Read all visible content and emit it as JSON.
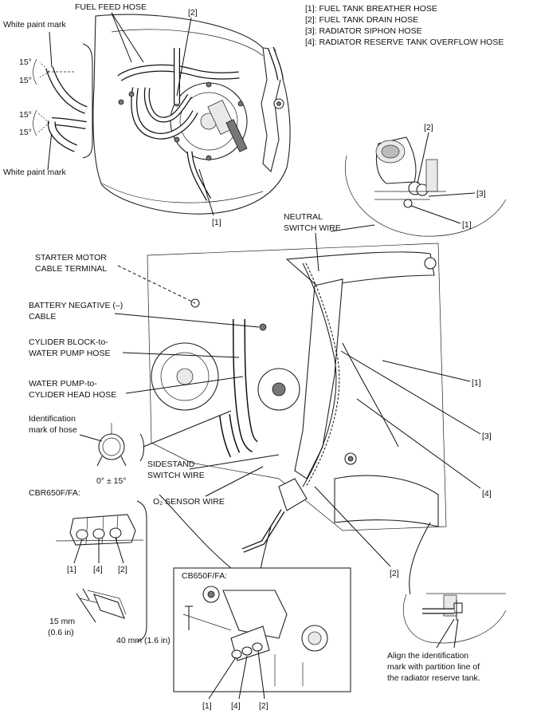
{
  "legend": [
    "[1]: FUEL TANK BREATHER HOSE",
    "[2]: FUEL TANK DRAIN HOSE",
    "[3]: RADIATOR SIPHON HOSE",
    "[4]: RADIATOR RESERVE TANK OVERFLOW HOSE"
  ],
  "callouts": {
    "fuel_feed_hose": "FUEL FEED HOSE",
    "white_paint_mark_top": "White paint mark",
    "white_paint_mark_bottom": "White paint mark",
    "angle_a": "15°",
    "angle_b": "15°",
    "angle_c": "15°",
    "angle_d": "15°",
    "neutral_switch_wire_1": "NEUTRAL",
    "neutral_switch_wire_2": "SWITCH WIRE",
    "starter_motor_1": "STARTER MOTOR",
    "starter_motor_2": "CABLE TERMINAL",
    "battery_negative_1": "BATTERY NEGATIVE (–)",
    "battery_negative_2": "CABLE",
    "cylinder_block_1": "CYLIDER BLOCK-to-",
    "cylinder_block_2": "WATER PUMP HOSE",
    "water_pump_1": "WATER PUMP-to-",
    "water_pump_2": "CYLIDER HEAD HOSE",
    "identification_1": "Identification",
    "identification_2": "mark of hose",
    "angle_tolerance": "0° ± 15°",
    "sidestand_1": "SIDESTAND",
    "sidestand_2": "SWITCH WIRE",
    "o2_sensor": "O₂ SENSOR WIRE",
    "cbr_model": "CBR650F/FA:",
    "cb_model": "CB650F/FA:",
    "dim_15mm_1": "15 mm",
    "dim_15mm_2": "(0.6 in)",
    "dim_40mm": "40 mm (1.6 in)",
    "align_1": "Align the identification",
    "align_2": "mark with partition line of",
    "align_3": "the radiator reserve tank."
  },
  "refs": {
    "top_2": "[2]",
    "top_1": "[1]",
    "inset_2": "[2]",
    "inset_3": "[3]",
    "inset_1": "[1]",
    "main_1": "[1]",
    "main_3": "[3]",
    "main_4": "[4]",
    "main_2": "[2]",
    "cbr_1": "[1]",
    "cbr_4": "[4]",
    "cbr_2": "[2]",
    "cb_1": "[1]",
    "cb_4": "[4]",
    "cb_2": "[2]"
  }
}
